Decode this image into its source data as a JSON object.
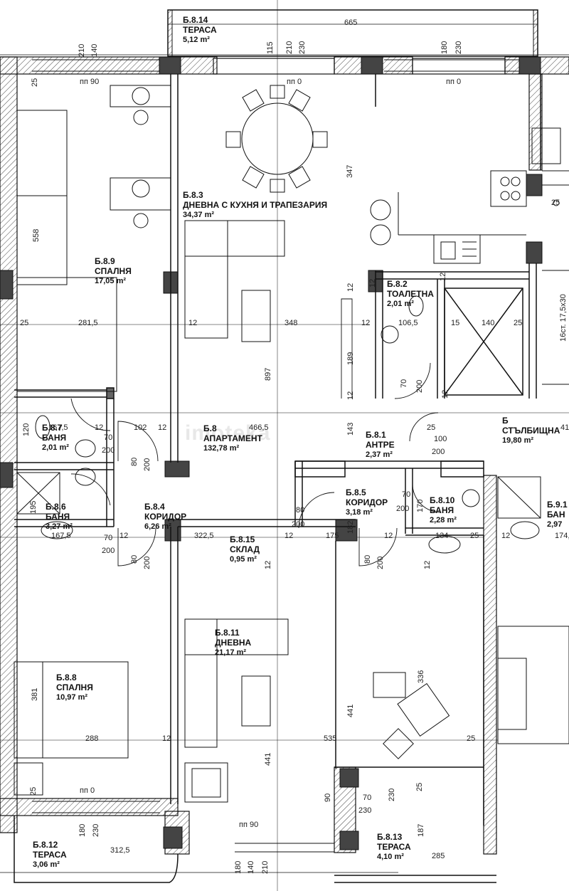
{
  "rooms": [
    {
      "id": "terrace-b814",
      "code": "Б.8.14",
      "name": "ТЕРАСА",
      "area": "5,12 m²"
    },
    {
      "id": "living-kitchen",
      "code": "Б.8.3",
      "name": "ДНЕВНА С КУХНЯ И ТРАПЕЗАРИЯ",
      "area": "34,37 m²"
    },
    {
      "id": "bedroom-b89",
      "code": "Б.8.9",
      "name": "СПАЛНЯ",
      "area": "17,05 m²"
    },
    {
      "id": "toilet",
      "code": "Б.8.2",
      "name": "ТОАЛЕТНА",
      "area": "2,01 m²"
    },
    {
      "id": "apartment",
      "code": "Б.8",
      "name": "АПАРТАМЕНТ",
      "area": "132,78 m²"
    },
    {
      "id": "entrance",
      "code": "Б.8.1",
      "name": "АНТРЕ",
      "area": "2,37 m²"
    },
    {
      "id": "staircase",
      "code": "Б",
      "name": "СТЪЛБИЩНА",
      "area": "19,80 m²"
    },
    {
      "id": "bath-b87",
      "code": "Б.8.7",
      "name": "БАНЯ",
      "area": "2,01 m²"
    },
    {
      "id": "bath-b86",
      "code": "Б.8.6",
      "name": "БАНЯ",
      "area": "3,27 m²"
    },
    {
      "id": "corridor-b84",
      "code": "Б.8.4",
      "name": "КОРИДОР",
      "area": "6,26 m²"
    },
    {
      "id": "corridor-b85",
      "code": "Б.8.5",
      "name": "КОРИДОР",
      "area": "3,18 m²"
    },
    {
      "id": "bath-b810",
      "code": "Б.8.10",
      "name": "БАНЯ",
      "area": "2,28 m²"
    },
    {
      "id": "bath-b91",
      "code": "Б.9.1",
      "name": "БАН",
      "area": "2,97"
    },
    {
      "id": "storage",
      "code": "Б.8.15",
      "name": "СКЛАД",
      "area": "0,95 m²"
    },
    {
      "id": "living-b811",
      "code": "Б.8.11",
      "name": "ДНЕВНА",
      "area": "21,17 m²"
    },
    {
      "id": "bedroom-b88",
      "code": "Б.8.8",
      "name": "СПАЛНЯ",
      "area": "10,97 m²"
    },
    {
      "id": "terrace-b812",
      "code": "Б.8.12",
      "name": "ТЕРАСА",
      "area": "3,06 m²"
    },
    {
      "id": "terrace-b813",
      "code": "Б.8.13",
      "name": "ТЕРАСА",
      "area": "4,10 m²"
    }
  ],
  "dimensions": {
    "d665": "665",
    "d210a": "210",
    "d140a": "140",
    "d115": "115",
    "d210b": "210",
    "d230a": "230",
    "d180a": "180",
    "d230b": "230",
    "pp90a": "пп 90",
    "pp0a": "пп 0",
    "pp0b": "пп 0",
    "d25a": "25",
    "d558": "558",
    "d347": "347",
    "d25b": "25",
    "d2815": "281,5",
    "d12a": "12",
    "d348": "348",
    "d12b": "12",
    "d1065": "106,5",
    "d15": "15",
    "d140b": "140",
    "d25c": "25",
    "d12c": "12",
    "d12d": "12",
    "d189": "189",
    "d897": "897",
    "d70a": "70",
    "d200a": "200",
    "d12e": "12",
    "d1675a": "167,5",
    "d12f": "12",
    "d102": "102",
    "d12g": "12",
    "d4665": "466,5",
    "d25d": "25",
    "d41": "41",
    "d70b": "70",
    "d200b": "200",
    "d143": "143",
    "d100": "100",
    "d200c": "200",
    "d80a": "80",
    "d200d": "200",
    "d120": "120",
    "d80b": "80",
    "d200e": "200",
    "d70c": "70",
    "d200f": "200",
    "d170": "170",
    "d195": "195",
    "d70d": "70",
    "d200g": "200",
    "d1675b": "167,5",
    "d12h": "12",
    "d3225": "322,5",
    "d12i": "12",
    "d175": "175",
    "d182": "182",
    "d12j": "12",
    "d134": "134",
    "d25e": "25",
    "d12k": "12",
    "d1744": "174,",
    "d80c": "80",
    "d200h": "200",
    "d12l": "12",
    "d80d": "80",
    "d200i": "200",
    "d12m": "12",
    "d336": "336",
    "d381": "381",
    "d288": "288",
    "d12n": "12",
    "d535": "535",
    "d441a": "441",
    "d441b": "441",
    "d25f": "25",
    "d25g": "25",
    "pp0c": "пп 0",
    "d90": "90",
    "d70e": "70",
    "d230c": "230",
    "d230d": "230",
    "d25h": "25",
    "pp90b": "пп 90",
    "d180b": "180",
    "d230e": "230",
    "d3125": "312,5",
    "d187": "187",
    "d285": "285",
    "d180c": "180",
    "d140c": "140",
    "d210c": "210",
    "d12o": "12",
    "d12p": "12",
    "d16cm": "16ст. 17,5х30",
    "d25i": "25"
  },
  "watermark": "imoteka"
}
